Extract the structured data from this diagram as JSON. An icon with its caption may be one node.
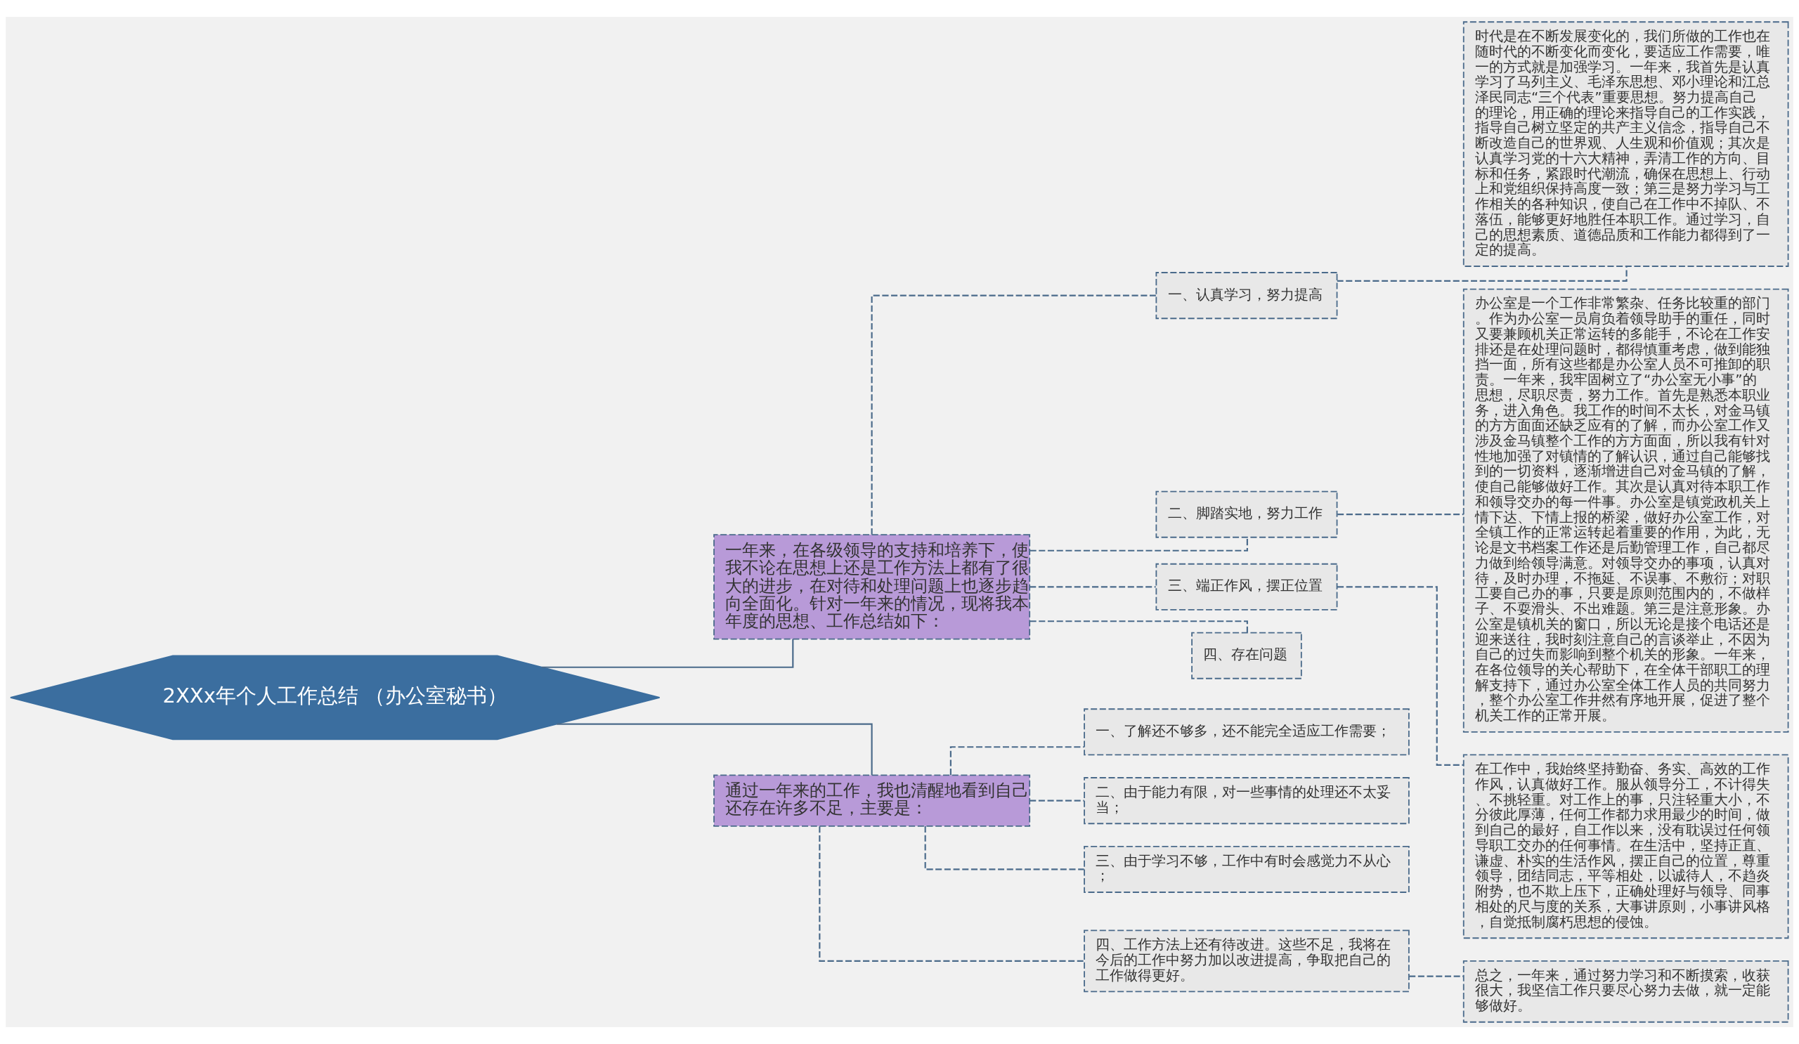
{
  "diagram": {
    "nodes": [
      {
        "text": [
          "2XXx年个人工作总结 （办公室秘书）"
        ]
      },
      {
        "text": [
          "一年来，在各级领导的支持和培养下，使我不论在思想上还是工作方法上都有了很大的进步，在对待和处理问题上也逐步趋向全面化。针对一年来的情况，现将我本年度的思想、工作总结如下："
        ]
      },
      {
        "text": [
          "一、认真学习，努力提高"
        ]
      },
      {
        "text": [
          "时代是在不断发展变化的，我们所做的工作也在随时代的不断变化而变化，要适应工作需要，唯一的方式就是加强学习。一年来，我首先是认真学习了马列主义、毛泽东思想、邓小理论和江总泽民同志“三个代表”重要思想。努力提高自己的理论，用正确的理论来指导自己的工作实践，指导自己树立坚定的共产主义信念，指导自己不断改造自己的世界观、人生观和价值观；其次是认真学习党的十六大精神，弄清工作的方向、目标和任务，紧跟时代潮流，确保在思想上、行动上和党组织保持高度一致；第三是努力学习与工作相关的各种知识，使自己在工作中不掉队、不落伍，能够更好地胜任本职工作。通过学习，自己的思想素质、道德品质和工作能力都得到了一定的提高。"
        ]
      },
      {
        "text": [
          "二、脚踏实地，努力工作"
        ]
      },
      {
        "text": [
          "办公室是一个工作非常繁杂、任务比较重的部门。作为办公室一员肩负着领导助手的重任，同时又要兼顾机关正常运转的多能手，不论在工作安排还是在处理问题时，都得慎重考虑，做到能独挡一面，所有这些都是办公室人员不可推卸的职责。一年来，我牢固树立了“办公室无小事”的思想，尽职尽责，努力工作。首先是熟悉本职业务，进入角色。我工作的时间不太长，对金马镇的方方面面还缺乏应有的了解，而办公室工作又涉及金马镇整个工作的方方面面，所以我有针对性地加强了对镇情的了解认识，通过自己能够找到的一切资料，逐渐增进自己对金马镇的了解，使自己能够做好工作。其次是认真对待本职工作和领导交办的每一件事。办公室是镇党政机关上情下达、下情上报的桥梁，做好办公室工作，对全镇工作的正常运转起着重要的作用，为此，无论是文书档案工作还是后勤管理工作，自己都尽力做到给领导满意。对领导交办的事项，认真对待，及时办理，不拖延、不误事、不敷衍；对职工要自己办的事，只要是原则范围内的，不做样子、不耍滑头、不出难题。第三是注意形象。办公室是镇机关的窗口，所以无论是接个电话还是迎来送往，我时刻注意自己的言谈举止，不因为自己的过失而影响到整个机关的形象。一年来，在各位领导的关心帮助下，在全体干部职工的理解支持下，通过办公室全体工作人员的共同努力，整个办公室工作井然有序地开展，促进了整个机关工作的正常开展。"
        ]
      },
      {
        "text": [
          "三、端正作风，摆正位置"
        ]
      },
      {
        "text": [
          "在工作中，我始终坚持勤奋、务实、高效的工作作风，认真做好工作。服从领导分工，不计得失、不挑轻重。对工作上的事，只注轻重大小，不分彼此厚薄，任何工作都力求用最少的时间，做到自己的最好，自工作以来，没有耽误过任何领导职工交办的任何事情。在生活中，坚持正直、谦虚、朴实的生活作风，摆正自己的位置，尊重领导，团结同志，平等相处，以诚待人，不趋炎附势，也不欺上压下，正确处理好与领导、同事相处的尺与度的关系，大事讲原则，小事讲风格，自觉抵制腐朽思想的侵蚀。"
        ]
      },
      {
        "text": [
          "四、存在问题"
        ]
      },
      {
        "text": [
          "通过一年来的工作，我也清醒地看到自己还存在许多不足，主要是："
        ]
      },
      {
        "text": [
          "一、了解还不够多，还不能完全适应工作需要；"
        ]
      },
      {
        "text": [
          "二、由于能力有限，对一些事情的处理还不太妥当；"
        ]
      },
      {
        "text": [
          "三、由于学习不够，工作中有时会感觉力不从心；"
        ]
      },
      {
        "text": [
          "四、工作方法上还有待改进。这些不足，我将在今后的工作中努力加以改进提高，争取把自己的工作做得更好。"
        ]
      },
      {
        "text": [
          "总之，一年来，通过努力学习和不断摸索，收获很大，我坚信工作只要尽心努力去做，就一定能够做好。"
        ]
      }
    ],
    "edges": [
      {
        "from": 0,
        "to": 1,
        "arrow": "none"
      },
      {
        "from": 1,
        "to": 2,
        "arrow": "none",
        "style": "dashed"
      },
      {
        "from": 2,
        "to": 3,
        "arrow": "none",
        "style": "dashed"
      },
      {
        "from": 1,
        "to": 4,
        "arrow": "none",
        "style": "dashed"
      },
      {
        "from": 4,
        "to": 5,
        "arrow": "none",
        "style": "dashed"
      },
      {
        "from": 1,
        "to": 6,
        "arrow": "none",
        "style": "dashed"
      },
      {
        "from": 6,
        "to": 7,
        "arrow": "none",
        "style": "dashed"
      },
      {
        "from": 1,
        "to": 8,
        "arrow": "none",
        "style": "dashed"
      },
      {
        "from": 0,
        "to": 9,
        "arrow": "none"
      },
      {
        "from": 9,
        "to": 10,
        "arrow": "none",
        "style": "dashed"
      },
      {
        "from": 9,
        "to": 11,
        "arrow": "none",
        "style": "dashed"
      },
      {
        "from": 9,
        "to": 12,
        "arrow": "none",
        "style": "dashed"
      },
      {
        "from": 9,
        "to": 13,
        "arrow": "none",
        "style": "dashed"
      },
      {
        "from": 13,
        "to": 14,
        "arrow": "none",
        "style": "dashed"
      }
    ]
  }
}
